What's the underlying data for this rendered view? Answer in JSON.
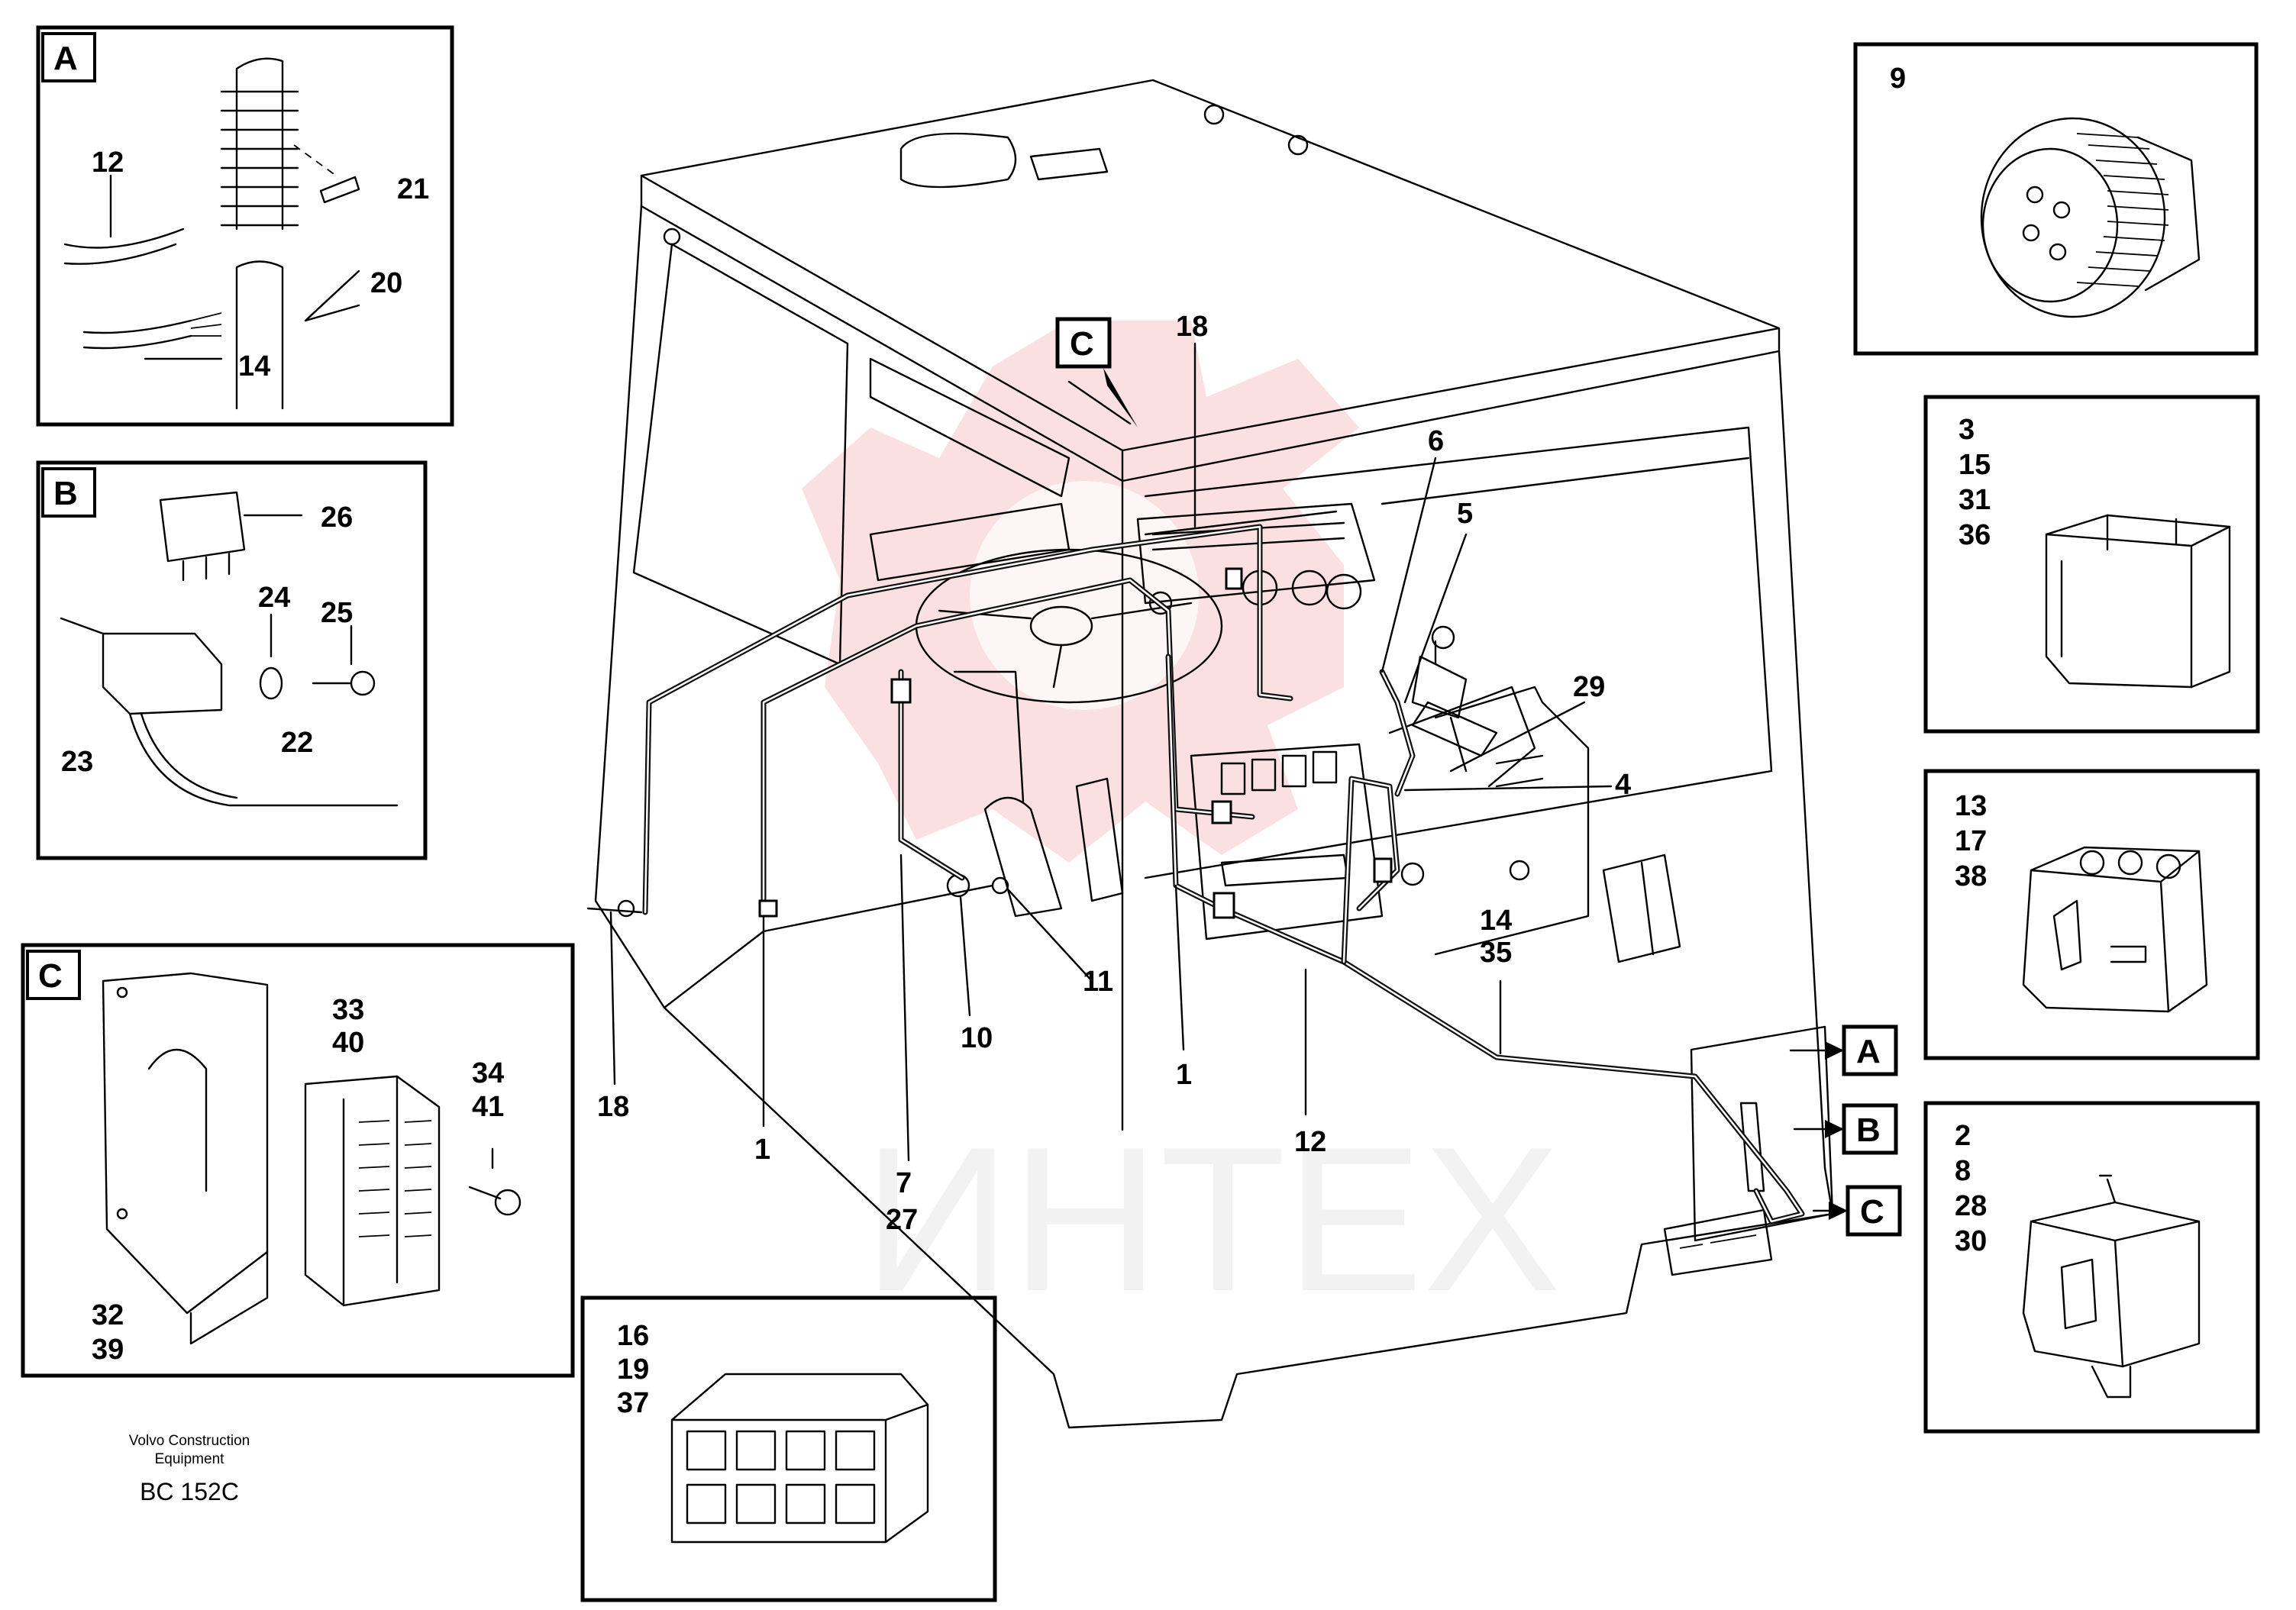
{
  "diagram": {
    "reference": {
      "maker": "Volvo Construction Equipment",
      "maker_line1": "Volvo Construction",
      "maker_line2": "Equipment",
      "code": "BC 152C"
    },
    "watermark": "ИНТЕХ",
    "detail_a": {
      "letter": "A",
      "callouts": [
        "12",
        "21",
        "20",
        "14"
      ]
    },
    "detail_b": {
      "letter": "B",
      "callouts": [
        "26",
        "24",
        "25",
        "23",
        "22"
      ]
    },
    "detail_c": {
      "letter": "C",
      "callouts": [
        "33",
        "40",
        "34",
        "41",
        "32",
        "39"
      ]
    },
    "part_9": {
      "callouts": [
        "9"
      ]
    },
    "part_3": {
      "callouts": [
        "3",
        "15",
        "31",
        "36"
      ]
    },
    "part_13": {
      "callouts": [
        "13",
        "17",
        "38"
      ]
    },
    "part_2": {
      "callouts": [
        "2",
        "8",
        "28",
        "30"
      ]
    },
    "part_16": {
      "callouts": [
        "16",
        "19",
        "37"
      ]
    },
    "main": {
      "callouts": [
        "18",
        "6",
        "5",
        "29",
        "4",
        "14",
        "35",
        "11",
        "10",
        "1",
        "12",
        "18",
        "1",
        "7",
        "27"
      ],
      "section_markers": [
        "C",
        "A",
        "B",
        "C"
      ]
    }
  }
}
